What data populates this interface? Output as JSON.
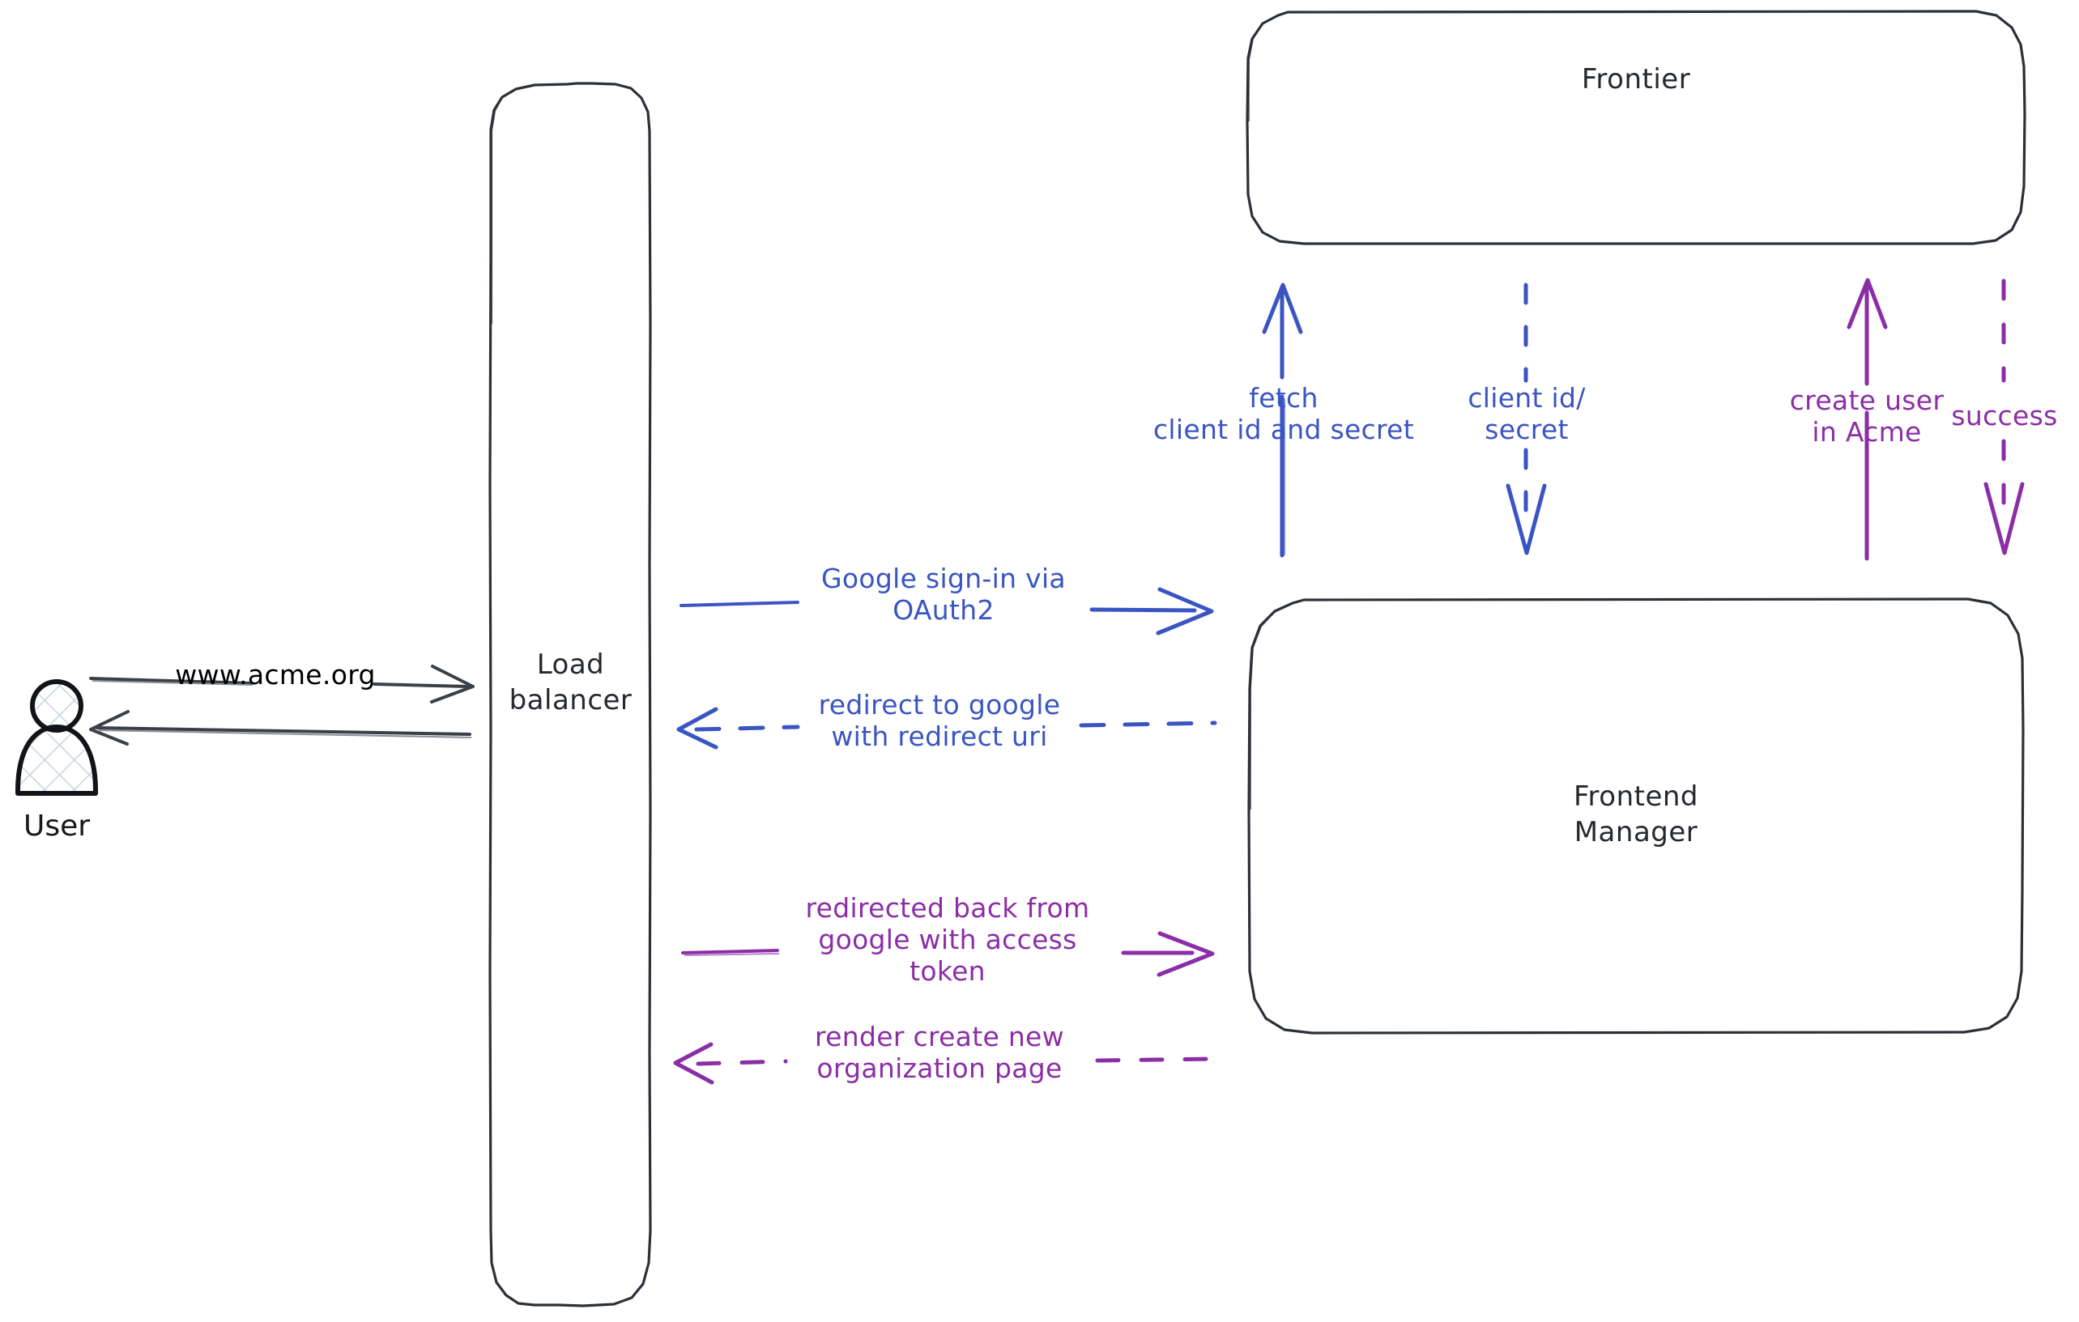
{
  "diagram": {
    "title": "Google OAuth2 sign-in sequence diagram",
    "background": "#ffffff",
    "colors": {
      "node_stroke": "#2b3038",
      "actor_stroke": "#111318",
      "actor_hatch": "#c8d3e0",
      "dark_edge": "#3a4048",
      "blue": "#3a55c2",
      "purple": "#8b2ea6",
      "text": "#25292e"
    }
  },
  "actors": [
    {
      "id": "user",
      "name": "User",
      "label": "User",
      "shape": "person",
      "fill": "cross-hatch"
    }
  ],
  "nodes": [
    {
      "id": "load-balancer",
      "label": "Load\nbalancer",
      "shape": "rounded-rect",
      "orientation": "vertical-tall"
    },
    {
      "id": "frontier",
      "label": "Frontier",
      "shape": "rounded-rect",
      "orientation": "wide"
    },
    {
      "id": "frontend-manager",
      "label": "Frontend\nManager",
      "shape": "rounded-rect",
      "orientation": "square"
    }
  ],
  "edges": [
    {
      "id": "user-to-lb",
      "label": "www.acme.org",
      "from": "user",
      "to": "load-balancer",
      "color": "#3a4048",
      "style": "solid",
      "direction": "right"
    },
    {
      "id": "lb-to-user",
      "label": "",
      "from": "load-balancer",
      "to": "user",
      "color": "#3a4048",
      "style": "solid",
      "direction": "left"
    },
    {
      "id": "lb-to-fm-signin",
      "label": "Google sign-in via\nOAuth2",
      "from": "load-balancer",
      "to": "frontend-manager",
      "color": "#3a55c2",
      "style": "solid",
      "direction": "right"
    },
    {
      "id": "fm-to-lb-redirect",
      "label": "redirect to google\nwith redirect uri",
      "from": "frontend-manager",
      "to": "load-balancer",
      "color": "#3a55c2",
      "style": "dashed",
      "direction": "left"
    },
    {
      "id": "lb-to-fm-token",
      "label": "redirected back from\ngoogle with access\ntoken",
      "from": "load-balancer",
      "to": "frontend-manager",
      "color": "#8b2ea6",
      "style": "solid",
      "direction": "right"
    },
    {
      "id": "fm-to-lb-render",
      "label": "render create new\norganization page",
      "from": "frontend-manager",
      "to": "load-balancer",
      "color": "#8b2ea6",
      "style": "dashed",
      "direction": "left"
    },
    {
      "id": "fm-to-frontier-fetch",
      "label": "fetch\nclient id and secret",
      "from": "frontend-manager",
      "to": "frontier",
      "color": "#3a55c2",
      "style": "solid",
      "direction": "up"
    },
    {
      "id": "frontier-to-fm-creds",
      "label": "client id/\nsecret",
      "from": "frontier",
      "to": "frontend-manager",
      "color": "#3a55c2",
      "style": "dashed",
      "direction": "down"
    },
    {
      "id": "fm-to-frontier-create",
      "label": "create user\nin Acme",
      "from": "frontend-manager",
      "to": "frontier",
      "color": "#8b2ea6",
      "style": "solid",
      "direction": "up"
    },
    {
      "id": "frontier-to-fm-success",
      "label": "success",
      "from": "frontier",
      "to": "frontend-manager",
      "color": "#8b2ea6",
      "style": "dashed",
      "direction": "down"
    }
  ]
}
